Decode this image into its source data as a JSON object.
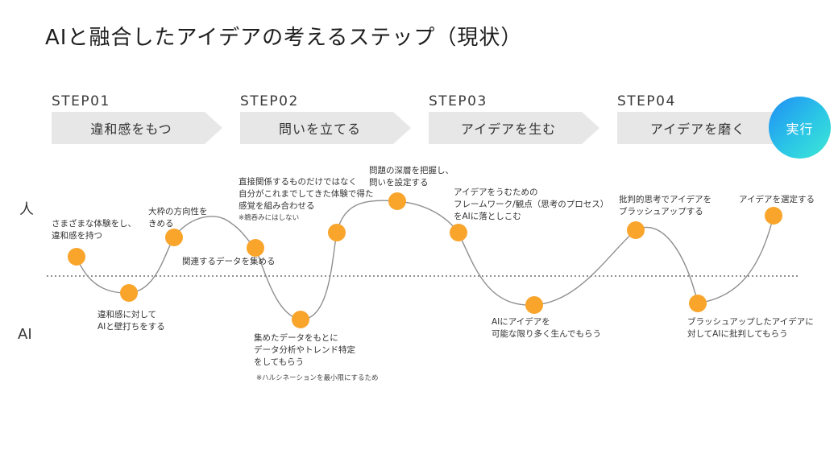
{
  "title": "AIと融合したアイデアの考えるステップ（現状）",
  "steps": [
    {
      "label": "STEP01",
      "arrow": "違和感をもつ"
    },
    {
      "label": "STEP02",
      "arrow": "問いを立てる"
    },
    {
      "label": "STEP03",
      "arrow": "アイデアを生む"
    },
    {
      "label": "STEP04",
      "arrow": "アイデアを磨く"
    }
  ],
  "exec_label": "実行",
  "rows": {
    "human": "人",
    "ai": "AI"
  },
  "colors": {
    "dot": "#f9a52c",
    "line": "#8f8f8f",
    "arrow": "#e7e7e7",
    "exec_from": "#1f8ef5",
    "exec_to": "#3ee8d4"
  },
  "notes": [
    {
      "lines": [
        "さまざまな体験をし、",
        "違和感を持つ"
      ]
    },
    {
      "lines": [
        "違和感に対して",
        "AIと壁打ちをする"
      ]
    },
    {
      "lines": [
        "大枠の方向性を",
        "きめる"
      ]
    },
    {
      "lines": [
        "関連するデータを集める"
      ]
    },
    {
      "lines": [
        "直接関係するものだけではなく",
        "自分がこれまでしてきた体験で得た",
        "感覚を組み合わせる"
      ],
      "sub": "※鵜呑みにはしない"
    },
    {
      "lines": [
        "集めたデータをもとに",
        "データ分析やトレンド特定",
        "をしてもらう"
      ]
    },
    {
      "lines": [
        "※ハルシネーションを最小限にするため"
      ]
    },
    {
      "lines": [
        "問題の深層を把握し、",
        "問いを設定する"
      ]
    },
    {
      "lines": [
        "アイデアをうむための",
        "フレームワーク/観点（思考のプロセス）",
        "をAIに落としこむ"
      ]
    },
    {
      "lines": [
        "AIにアイデアを",
        "可能な限り多く生んでもらう"
      ]
    },
    {
      "lines": [
        "批判的思考でアイデアを",
        "ブラッシュアップする"
      ]
    },
    {
      "lines": [
        "ブラッシュアップしたアイデアに",
        "対してAIに批判してもらう"
      ]
    },
    {
      "lines": [
        "アイデアを選定する"
      ]
    }
  ]
}
